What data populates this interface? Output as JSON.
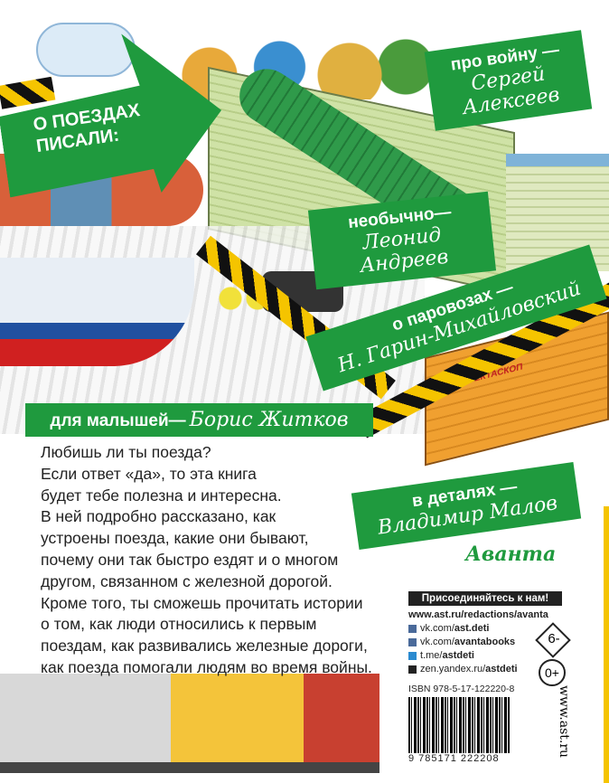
{
  "labels": {
    "main": "О ПОЕЗДАХ ПИСАЛИ:",
    "war": {
      "topic": "про войну —",
      "author": "Сергей Алексеев"
    },
    "unusual": {
      "topic": "необычно—",
      "author": "Леонид Андреев"
    },
    "steam": {
      "topic": "о паровозах —",
      "author": "Н. Гарин-Михайловский"
    },
    "kids": {
      "topic": "для малышей—",
      "author": "Борис Житков"
    },
    "details": {
      "topic": "в деталях —",
      "author": "Владимир Малов"
    }
  },
  "loco_text": "АСФЕКТАСКОП",
  "publisher_logo": "Аванта",
  "description": [
    "Любишь ли ты поезда?",
    "Если ответ «да», то эта книга",
    "будет тебе полезна и интересна.",
    "В ней подробно рассказано, как",
    "устроены поезда, какие они бывают,",
    "почему они так быстро ездят и о многом",
    "другом, связанном с железной дорогой.",
    "Кроме того, ты сможешь прочитать истории",
    "о том, как люди относились к первым",
    "поездам, как развивались железные дороги,",
    "как поезда помогали людям во время войны."
  ],
  "info": {
    "join": "Присоединяйтесь к нам!",
    "website": "www.ast.ru/redactions/avanta",
    "links": [
      {
        "icon": "vk-icon",
        "prefix": "vk.com/",
        "bold": "ast.deti"
      },
      {
        "icon": "vk-icon",
        "prefix": "vk.com/",
        "bold": "avantabooks"
      },
      {
        "icon": "telegram-icon",
        "prefix": "t.me/",
        "bold": "astdeti"
      },
      {
        "icon": "zen-icon",
        "prefix": "zen.yandex.ru/",
        "bold": "astdeti"
      }
    ],
    "isbn": "ISBN 978-5-17-122220-8",
    "barcode_digits": "9 785171 222208",
    "side_url": "www.ast.ru",
    "age1": "6-",
    "age2": "0+"
  },
  "colors": {
    "green": "#1f9a3e",
    "yellow": "#f5c400"
  }
}
